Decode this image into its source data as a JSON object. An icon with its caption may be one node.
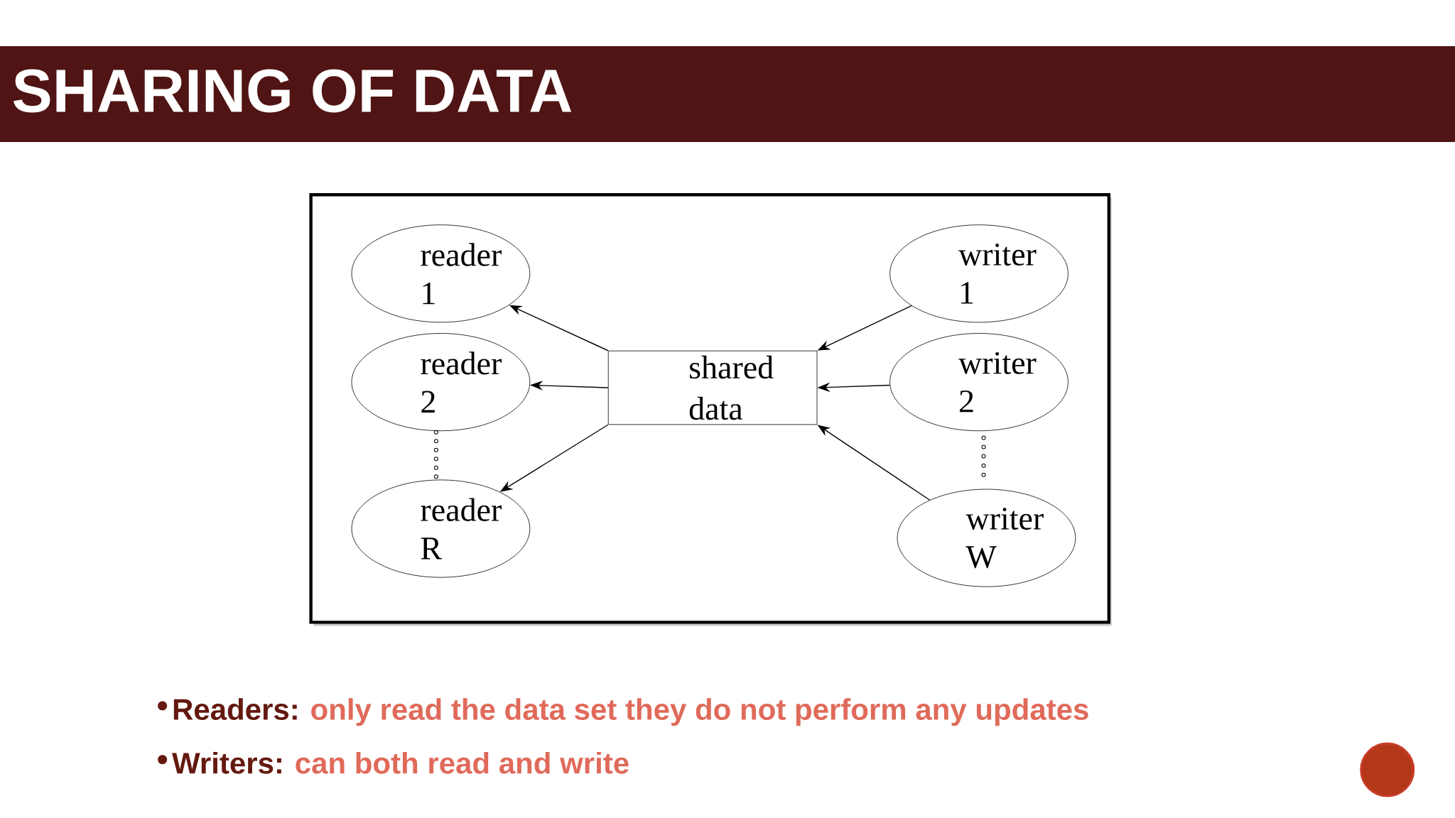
{
  "diagram": {
    "title": "SHARING OF DATA",
    "nodes": [
      {
        "text": [
          "reader 1"
        ]
      },
      {
        "text": [
          "reader 2"
        ]
      },
      {
        "text": [
          "reader R"
        ]
      },
      {
        "text": [
          "shared data"
        ]
      },
      {
        "text": [
          "writer 1"
        ]
      },
      {
        "text": [
          "writer 2"
        ]
      },
      {
        "text": [
          "writer W"
        ]
      }
    ],
    "edges": [
      {
        "from": 3,
        "to": 0,
        "arrow": "to"
      },
      {
        "from": 3,
        "to": 1,
        "arrow": "to"
      },
      {
        "from": 3,
        "to": 2,
        "arrow": "to"
      },
      {
        "from": 4,
        "to": 3,
        "arrow": "to"
      },
      {
        "from": 5,
        "to": 3,
        "arrow": "to"
      },
      {
        "from": 6,
        "to": 3,
        "arrow": "to"
      }
    ],
    "labels": [
      "Readers:",
      "only read the data set they do not perform any updates",
      "Writers:",
      "can both read and write"
    ]
  }
}
